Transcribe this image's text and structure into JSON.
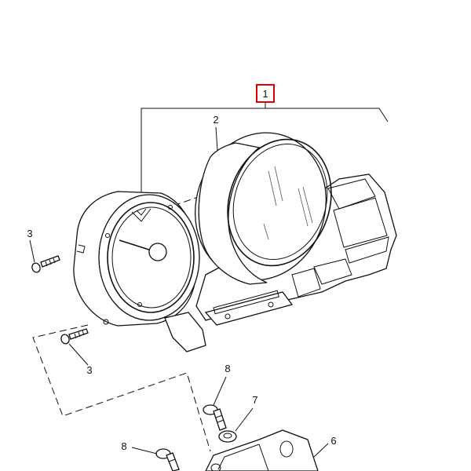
{
  "callouts": {
    "assembly": "1",
    "housing": "2",
    "screw_left_upper": "3",
    "screw_left_lower": "3",
    "bracket": "6",
    "grommet": "7",
    "bolt_upper": "8",
    "bolt_lower": "8"
  },
  "colors": {
    "line": "#111111",
    "highlight": "#e00000",
    "background": "#ffffff"
  }
}
